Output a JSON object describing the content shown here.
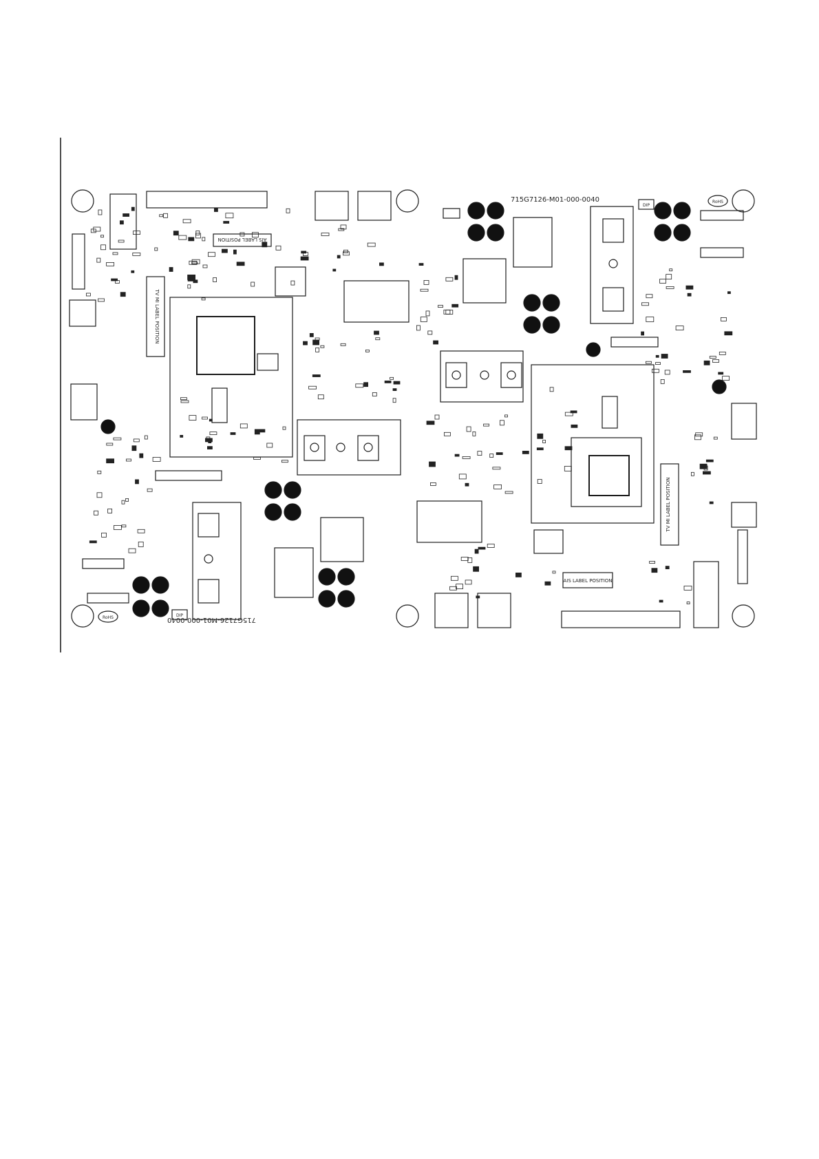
{
  "pcb": {
    "part_number_top": "715G7126-M01-000-0040",
    "part_number_bottom": "715G7126-M01-000-0040",
    "label_ais_top": "AIS LABEL POSITION",
    "label_ais_bottom": "AIS LABEL POSITION",
    "label_tvmi_left": "TV MI LABEL POSITION",
    "label_tvmi_right": "TV MI LABEL POSITION",
    "dip_top": "DIP",
    "dip_bottom": "DIP",
    "rohs_top": "RoHS",
    "rohs_bottom": "RoHS"
  },
  "colors": {
    "ink": "#1a1a1a",
    "background": "#ffffff"
  }
}
